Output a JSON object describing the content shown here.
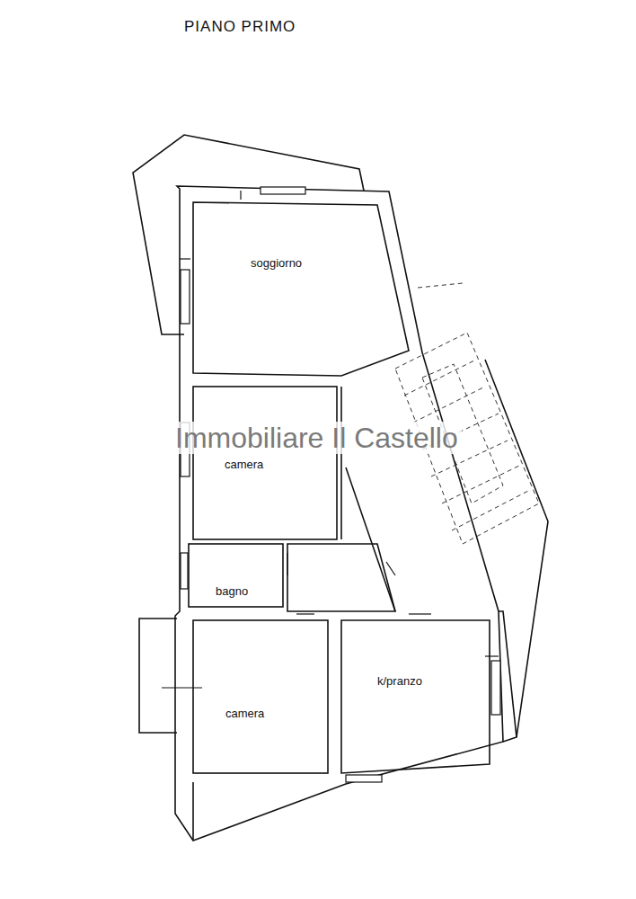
{
  "diagram": {
    "title": "PIANO PRIMO",
    "nodes": [
      {
        "text": [
          "soggiorno"
        ]
      },
      {
        "text": [
          "camera"
        ]
      },
      {
        "text": [
          "bagno"
        ]
      },
      {
        "text": [
          "camera"
        ]
      },
      {
        "text": [
          "k/pranzo"
        ]
      }
    ],
    "labels": [
      "Immobiliare Il Castello"
    ]
  }
}
